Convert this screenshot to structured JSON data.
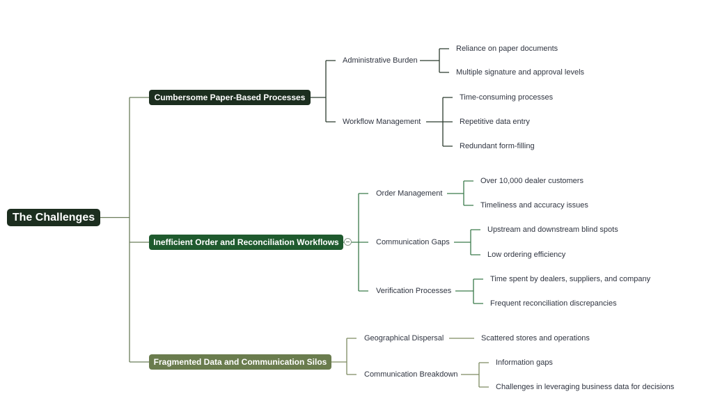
{
  "root": {
    "label": "The Challenges"
  },
  "branches": [
    {
      "label": "Cumbersome Paper-Based Processes",
      "color": "#1c2e1f",
      "line_color": "#2b3a2d",
      "subs": [
        {
          "label": "Administrative Burden",
          "leaves": [
            "Reliance on paper documents",
            "Multiple signature and approval levels"
          ]
        },
        {
          "label": "Workflow Management",
          "leaves": [
            "Time-consuming processes",
            "Repetitive data entry",
            "Redundant form-filling"
          ]
        }
      ]
    },
    {
      "label": "Inefficient Order and Reconciliation Workflows",
      "color": "#1f5a2e",
      "line_color": "#3a7a4a",
      "subs": [
        {
          "label": "Order Management",
          "leaves": [
            "Over 10,000 dealer customers",
            "Timeliness and accuracy issues"
          ]
        },
        {
          "label": "Communication Gaps",
          "leaves": [
            "Upstream and downstream blind spots",
            "Low ordering efficiency"
          ]
        },
        {
          "label": "Verification Processes",
          "leaves": [
            "Time spent by dealers, suppliers, and company",
            "Frequent reconciliation discrepancies"
          ]
        }
      ]
    },
    {
      "label": "Fragmented Data and Communication Silos",
      "color": "#6a7c4e",
      "line_color": "#7d8a62",
      "subs": [
        {
          "label": "Geographical Dispersal",
          "leaves": [
            "Scattered stores and operations"
          ]
        },
        {
          "label": "Communication Breakdown",
          "leaves": [
            "Information gaps",
            "Challenges in leveraging business data for decisions"
          ]
        }
      ]
    }
  ]
}
